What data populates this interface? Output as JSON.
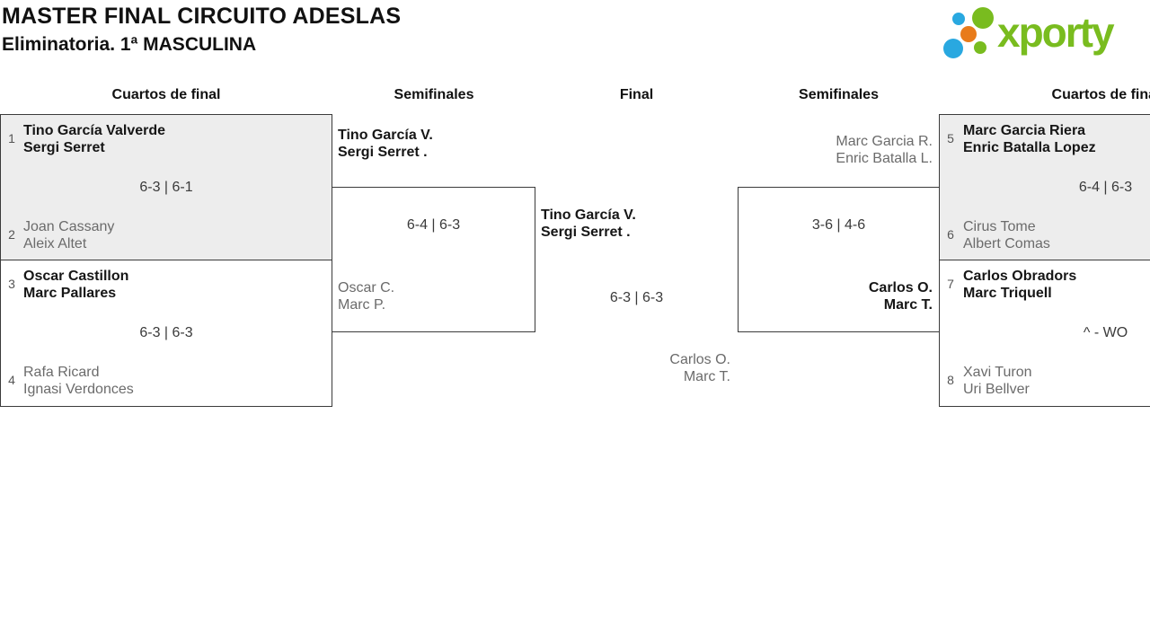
{
  "header": {
    "title": "MASTER FINAL CIRCUITO ADESLAS",
    "subtitle": "Eliminatoria. 1ª MASCULINA"
  },
  "logo": {
    "text": "xporty",
    "colors": {
      "green": "#79bc1f",
      "blue": "#29a8e0",
      "orange": "#e87b1b"
    }
  },
  "columns": [
    "Cuartos de final",
    "Semifinales",
    "Final",
    "Semifinales",
    "Cuartos de final"
  ],
  "matches": {
    "qf_left_top": {
      "seed_a": "1",
      "team_a": [
        "Tino García Valverde",
        "Sergi Serret"
      ],
      "score": "6-3 | 6-1",
      "seed_b": "2",
      "team_b": [
        "Joan Cassany",
        "Aleix Altet"
      ]
    },
    "qf_left_bottom": {
      "seed_a": "3",
      "team_a": [
        "Oscar Castillon",
        "Marc Pallares"
      ],
      "score": "6-3 | 6-3",
      "seed_b": "4",
      "team_b": [
        "Rafa Ricard",
        "Ignasi Verdonces"
      ]
    },
    "sf_left": {
      "team_a": [
        "Tino García V.",
        "Sergi Serret ."
      ],
      "score": "6-4 | 6-3",
      "team_b": [
        "Oscar C.",
        "Marc P."
      ]
    },
    "final": {
      "team_a": [
        "Tino García V.",
        "Sergi Serret ."
      ],
      "score": "6-3 | 6-3",
      "team_b": [
        "Carlos O.",
        "Marc T."
      ]
    },
    "sf_right": {
      "team_a": [
        "Marc Garcia R.",
        "Enric Batalla L."
      ],
      "score": "3-6 | 4-6",
      "team_b": [
        "Carlos O.",
        "Marc T."
      ]
    },
    "qf_right_top": {
      "seed_a": "5",
      "team_a": [
        "Marc Garcia Riera",
        "Enric Batalla Lopez"
      ],
      "score": "6-4 | 6-3",
      "seed_b": "6",
      "team_b": [
        "Cirus Tome",
        "Albert Comas"
      ]
    },
    "qf_right_bottom": {
      "seed_a": "7",
      "team_a": [
        "Carlos Obradors",
        "Marc Triquell"
      ],
      "score": "^ - WO",
      "seed_b": "8",
      "team_b": [
        "Xavi Turon",
        "Uri Bellver"
      ]
    }
  }
}
